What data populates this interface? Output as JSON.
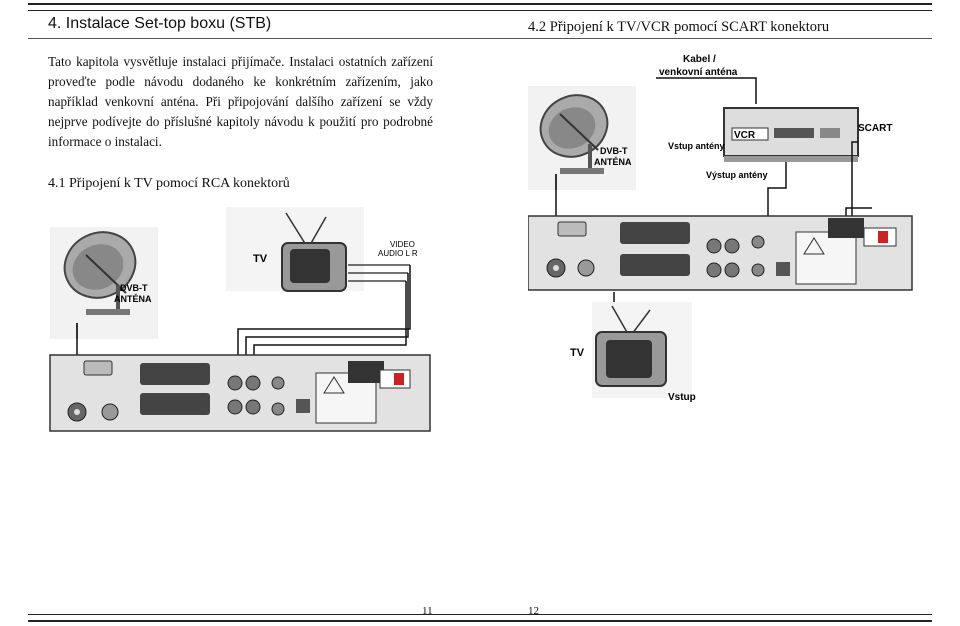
{
  "left_page": {
    "heading": "4. Instalace Set-top boxu (STB)",
    "paragraph": "Tato kapitola vysvětluje instalaci přijímače. Instalaci ostatních zařízení proveďte podle návodu dodaného ke konkrétním zařízením, jako například venkovní anténa. Při připojování dalšího zařízení se vždy nejprve podívejte do příslušné kapitoly návodu k použití pro podrobné informace o instalaci.",
    "subheading": "4.1 Připojení k TV pomocí RCA konektorů",
    "figure": {
      "tv_label": "TV",
      "video_label": "VIDEO",
      "audio_label": "AUDIO L  R",
      "antenna_label_1": "DVB-T",
      "antenna_label_2": "ANTÉNA"
    },
    "page_number": "11"
  },
  "right_page": {
    "heading": "4.2 Připojení k TV/VCR pomocí SCART konektoru",
    "figure": {
      "cable_label_1": "Kabel /",
      "cable_label_2": "venkovní anténa",
      "vcr_label": "VCR",
      "scart_label": "SCART",
      "antenna_label_1": "DVB-T",
      "antenna_label_2": "ANTÉNA",
      "antenna_input_label": "Vstup antény",
      "antenna_output_label": "Výstup antény",
      "tv_label": "TV",
      "input_label": "Vstup"
    },
    "page_number": "12"
  }
}
